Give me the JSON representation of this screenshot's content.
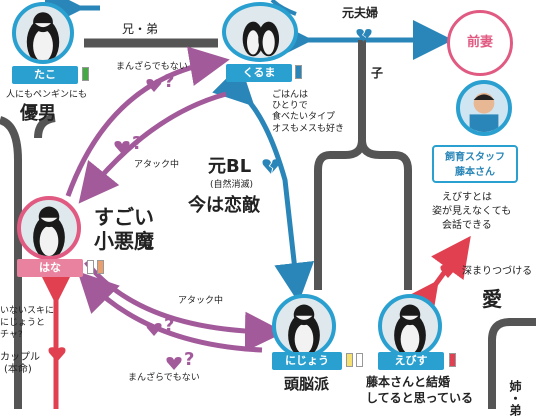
{
  "colors": {
    "blue": "#2a86b8",
    "teal": "#2aa0d0",
    "pink": "#e05a82",
    "purple": "#a25a9a",
    "red": "#e04050",
    "gray": "#555555"
  },
  "nodes": {
    "tako": {
      "name": "たこ",
      "desc_line1": "人にもペンギンにも",
      "desc_big": "優男",
      "swatch": "#44aa44"
    },
    "kuruma": {
      "name": "くるま",
      "desc_line1": "ごはんは",
      "desc_line2": "ひとりで",
      "desc_line3": "食べたいタイプ",
      "desc_line4": "オスもメスも好き",
      "swatch": "#2a86b8"
    },
    "hana": {
      "name": "はな",
      "desc_big1": "すごい",
      "desc_big2": "小悪魔",
      "swatch1": "#ffffff",
      "swatch2": "#e8a070"
    },
    "nijou": {
      "name": "にじょう",
      "desc_big": "頭脳派",
      "swatch1": "#f5e070",
      "swatch2": "#ffffff"
    },
    "ebisu": {
      "name": "えびす",
      "desc_line1": "藤本さんと結婚",
      "desc_line2": "してると思っている",
      "swatch": "#e04050"
    },
    "staff": {
      "line1": "飼育スタッフ",
      "line2": "藤本さん"
    },
    "ex_wife": {
      "name": "前妻"
    }
  },
  "relations": {
    "brothers": "兄・弟",
    "ex_couple": "元夫婦",
    "child": "子",
    "ex_bl_1": "元BL",
    "ex_bl_2": "(自然消滅)",
    "ex_bl_3": "今は恋敵",
    "mazu_1": "まんざらでもない",
    "attack_1": "アタック中",
    "attack_2": "アタック中",
    "mazu_2": "まんざらでもない",
    "ebisu_staff_1": "えびすとは",
    "ebisu_staff_2": "姿が見えなくても",
    "ebisu_staff_3": "会話できる",
    "deep_love_1": "深まりつづける",
    "deep_love_2": "愛",
    "left_1": "いないスキに",
    "left_2": "にじょうと",
    "left_3": "チャ?",
    "left_couple_1": "カップル",
    "left_couple_2": "(本命)",
    "sister": "姉・弟"
  },
  "question_mark": "?"
}
